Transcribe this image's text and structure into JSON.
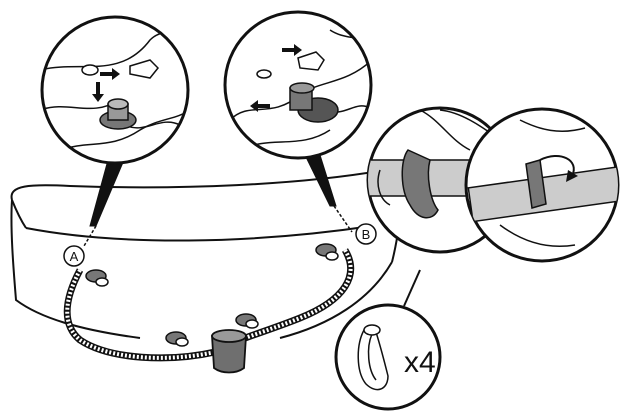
{
  "diagram": {
    "labels": {
      "callout_a": "A",
      "callout_b": "B",
      "clamp_quantity": "x4"
    },
    "icons": {
      "arrow": "arrow-icon",
      "clamp": "hose-clamp-icon"
    },
    "colors": {
      "ink": "#111111",
      "shade": "#7a7a7a",
      "background": "#ffffff"
    }
  }
}
